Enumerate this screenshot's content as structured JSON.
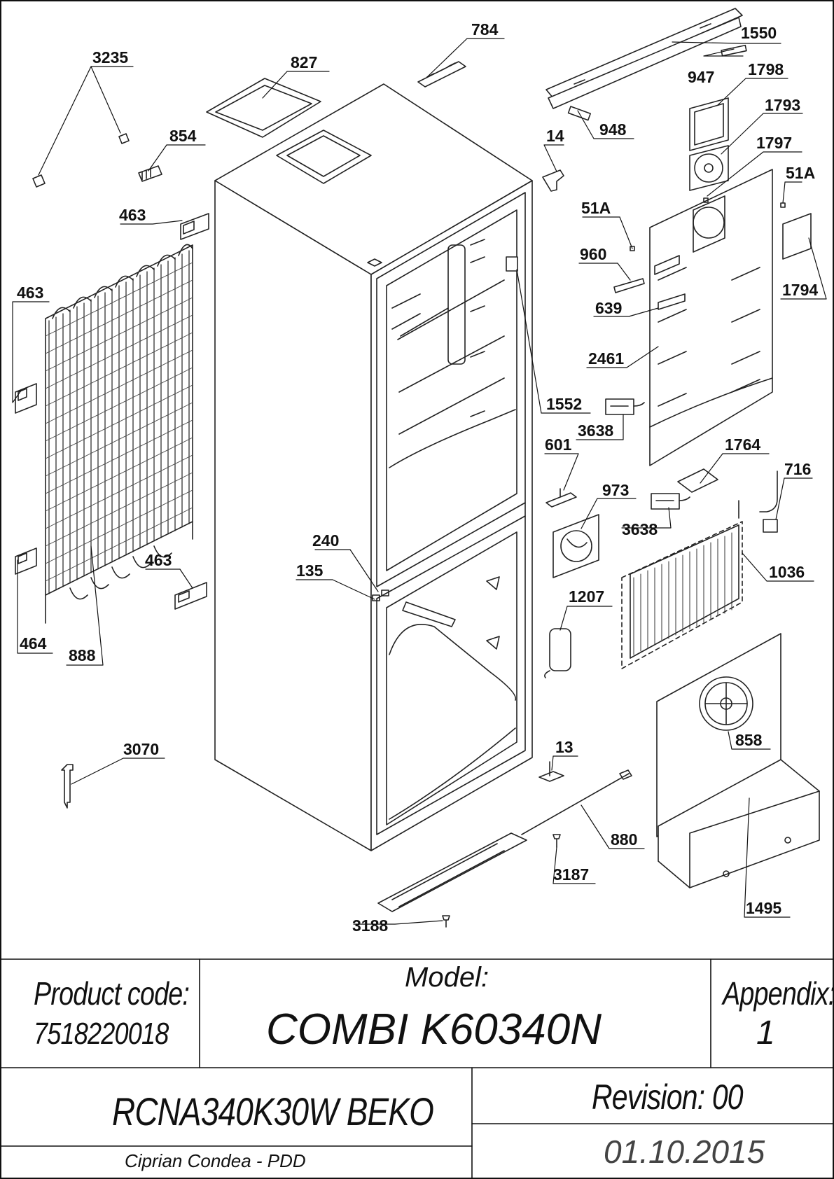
{
  "diagram": {
    "callouts": [
      {
        "id": "c784",
        "label": "784"
      },
      {
        "id": "c3235",
        "label": "3235"
      },
      {
        "id": "c827",
        "label": "827"
      },
      {
        "id": "c1550",
        "label": "1550"
      },
      {
        "id": "c947",
        "label": "947"
      },
      {
        "id": "c1798",
        "label": "1798"
      },
      {
        "id": "c854",
        "label": "854"
      },
      {
        "id": "c948",
        "label": "948"
      },
      {
        "id": "c1793",
        "label": "1793"
      },
      {
        "id": "c14",
        "label": "14"
      },
      {
        "id": "c1797",
        "label": "1797"
      },
      {
        "id": "c51a_right",
        "label": "51A"
      },
      {
        "id": "c463_top",
        "label": "463"
      },
      {
        "id": "c51a_left",
        "label": "51A"
      },
      {
        "id": "c960",
        "label": "960"
      },
      {
        "id": "c463_left",
        "label": "463"
      },
      {
        "id": "c1794",
        "label": "1794"
      },
      {
        "id": "c639",
        "label": "639"
      },
      {
        "id": "c2461",
        "label": "2461"
      },
      {
        "id": "c1552",
        "label": "1552"
      },
      {
        "id": "c3638_top",
        "label": "3638"
      },
      {
        "id": "c601",
        "label": "601"
      },
      {
        "id": "c1764",
        "label": "1764"
      },
      {
        "id": "c716",
        "label": "716"
      },
      {
        "id": "c973",
        "label": "973"
      },
      {
        "id": "c3638_mid",
        "label": "3638"
      },
      {
        "id": "c240",
        "label": "240"
      },
      {
        "id": "c463_mid",
        "label": "463"
      },
      {
        "id": "c135",
        "label": "135"
      },
      {
        "id": "c1036",
        "label": "1036"
      },
      {
        "id": "c1207",
        "label": "1207"
      },
      {
        "id": "c464",
        "label": "464"
      },
      {
        "id": "c888",
        "label": "888"
      },
      {
        "id": "c858",
        "label": "858"
      },
      {
        "id": "c3070",
        "label": "3070"
      },
      {
        "id": "c13",
        "label": "13"
      },
      {
        "id": "c880",
        "label": "880"
      },
      {
        "id": "c3187",
        "label": "3187"
      },
      {
        "id": "c1495",
        "label": "1495"
      },
      {
        "id": "c3188",
        "label": "3188"
      }
    ]
  },
  "title_block": {
    "product_code_label": "Product code:",
    "product_code": "7518220018",
    "model_label": "Model:",
    "model": "COMBI K60340N",
    "appendix_label": "Appendix:",
    "appendix": "1",
    "product_name": "RCNA340K30W BEKO",
    "revision": "Revision: 00",
    "author": "Ciprian Condea - PDD",
    "date": "01.10.2015"
  }
}
